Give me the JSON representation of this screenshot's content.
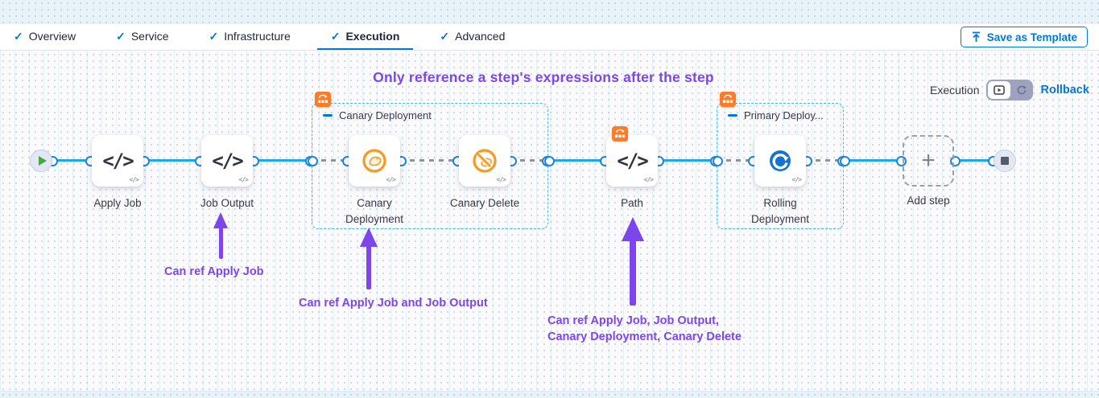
{
  "header": {
    "tabs": [
      {
        "label": "Overview"
      },
      {
        "label": "Service"
      },
      {
        "label": "Infrastructure"
      },
      {
        "label": "Execution"
      },
      {
        "label": "Advanced"
      }
    ],
    "active_tab": "Execution",
    "save_as_template_label": "Save as Template"
  },
  "canvas": {
    "annotation_title": "Only reference a step's expressions after the step",
    "mode": {
      "execution_label": "Execution",
      "rollback_label": "Rollback"
    },
    "groups": [
      {
        "label": "Canary Deployment"
      },
      {
        "label": "Primary Deploy..."
      }
    ],
    "steps": {
      "apply_job": "Apply Job",
      "job_output": "Job Output",
      "canary_deployment": "Canary Deployment",
      "canary_delete": "Canary Delete",
      "path": "Path",
      "rolling_deployment": "Rolling Deployment",
      "add_step": "Add step"
    },
    "annotations": [
      {
        "text": "Can ref Apply Job"
      },
      {
        "text": "Can ref Apply Job and Job Output"
      },
      {
        "line1": "Can ref Apply Job, Job Output,",
        "line2": "Canary Deployment, Canary Delete"
      }
    ]
  },
  "icons": {
    "code": "</>",
    "check": "✓",
    "plus": "+"
  },
  "colors": {
    "accent_blue": "#0278d5",
    "line_blue": "#1fa8e4",
    "purple": "#7c46ec",
    "badge_orange": "#ff7b26",
    "canary_orange": "#f79a1f",
    "rolling_blue": "#1273d4"
  }
}
